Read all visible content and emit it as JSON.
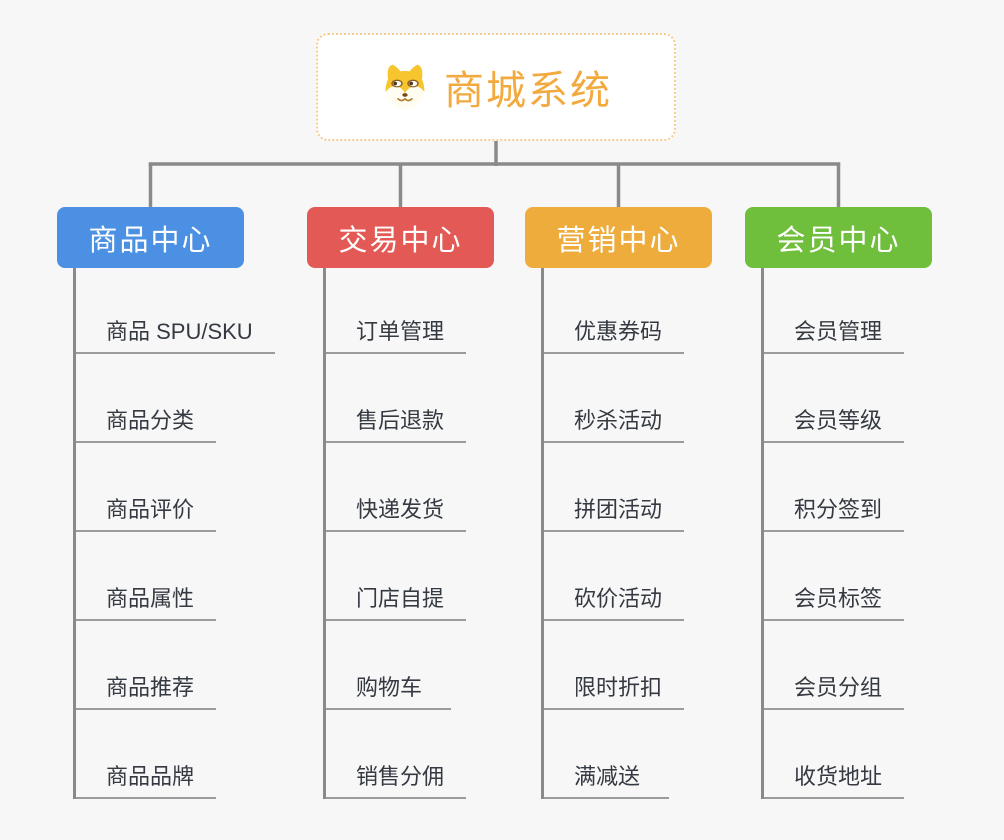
{
  "page": {
    "background": "#f7f7f7",
    "connector_color": "#8a8a8a",
    "underline_color": "#9b9b9b"
  },
  "root": {
    "title": "商城系统",
    "icon": "shiba-dog-icon",
    "text_color": "#f2a93e",
    "border_color": "#f6cd8b",
    "background": "#ffffff"
  },
  "branches": [
    {
      "label": "商品中心",
      "color": "#4b90e2",
      "items": [
        "商品 SPU/SKU",
        "商品分类",
        "商品评价",
        "商品属性",
        "商品推荐",
        "商品品牌"
      ]
    },
    {
      "label": "交易中心",
      "color": "#e35955",
      "items": [
        "订单管理",
        "售后退款",
        "快递发货",
        "门店自提",
        "购物车",
        "销售分佣"
      ]
    },
    {
      "label": "营销中心",
      "color": "#eeac3d",
      "items": [
        "优惠券码",
        "秒杀活动",
        "拼团活动",
        "砍价活动",
        "限时折扣",
        "满减送"
      ]
    },
    {
      "label": "会员中心",
      "color": "#6fbe3c",
      "items": [
        "会员管理",
        "会员等级",
        "积分签到",
        "会员标签",
        "会员分组",
        "收货地址"
      ]
    }
  ]
}
